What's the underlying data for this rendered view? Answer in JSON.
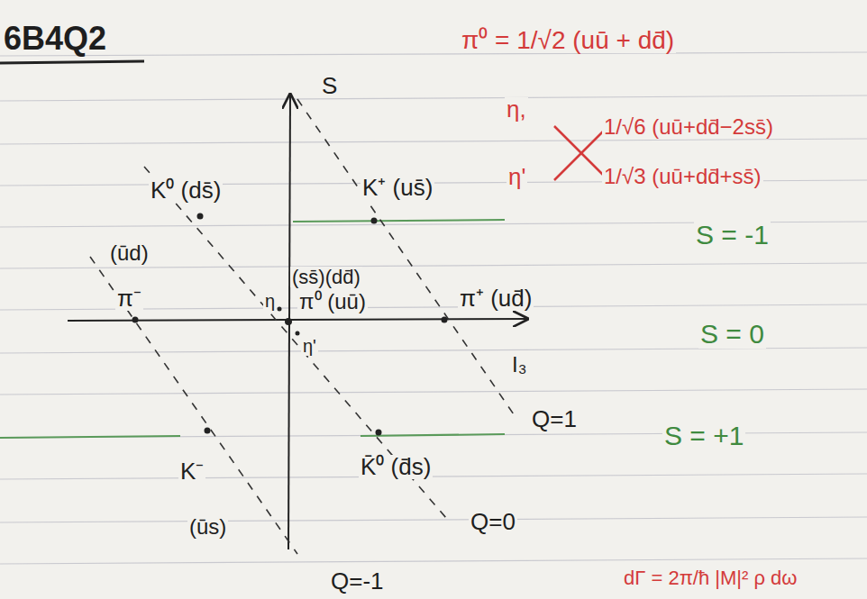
{
  "diagram": {
    "title": "6B4Q2",
    "labels": [
      "π⁰ = 1/√2 (uū + dd̄)",
      "η,",
      "1/√6 (uū+dd̄−2ss̄)",
      "η'",
      "1/√3 (uū+dd̄+ss̄)",
      "S",
      "K⁰ (ds̄)",
      "K⁺ (us̄)",
      "S = -1",
      "(ūd)",
      "(ss̄)(dd̄)",
      "η",
      "π⁻",
      "π⁰ (uū)",
      "π⁺ (ud̄)",
      "S = 0",
      "η'",
      "I₃",
      "Q=1",
      "S = +1",
      "K⁻",
      "K̄⁰ (d̄s)",
      "(ūs)",
      "Q=0",
      "Q=-1",
      "dΓ = 2π/ħ |M|² ρ dω"
    ]
  }
}
